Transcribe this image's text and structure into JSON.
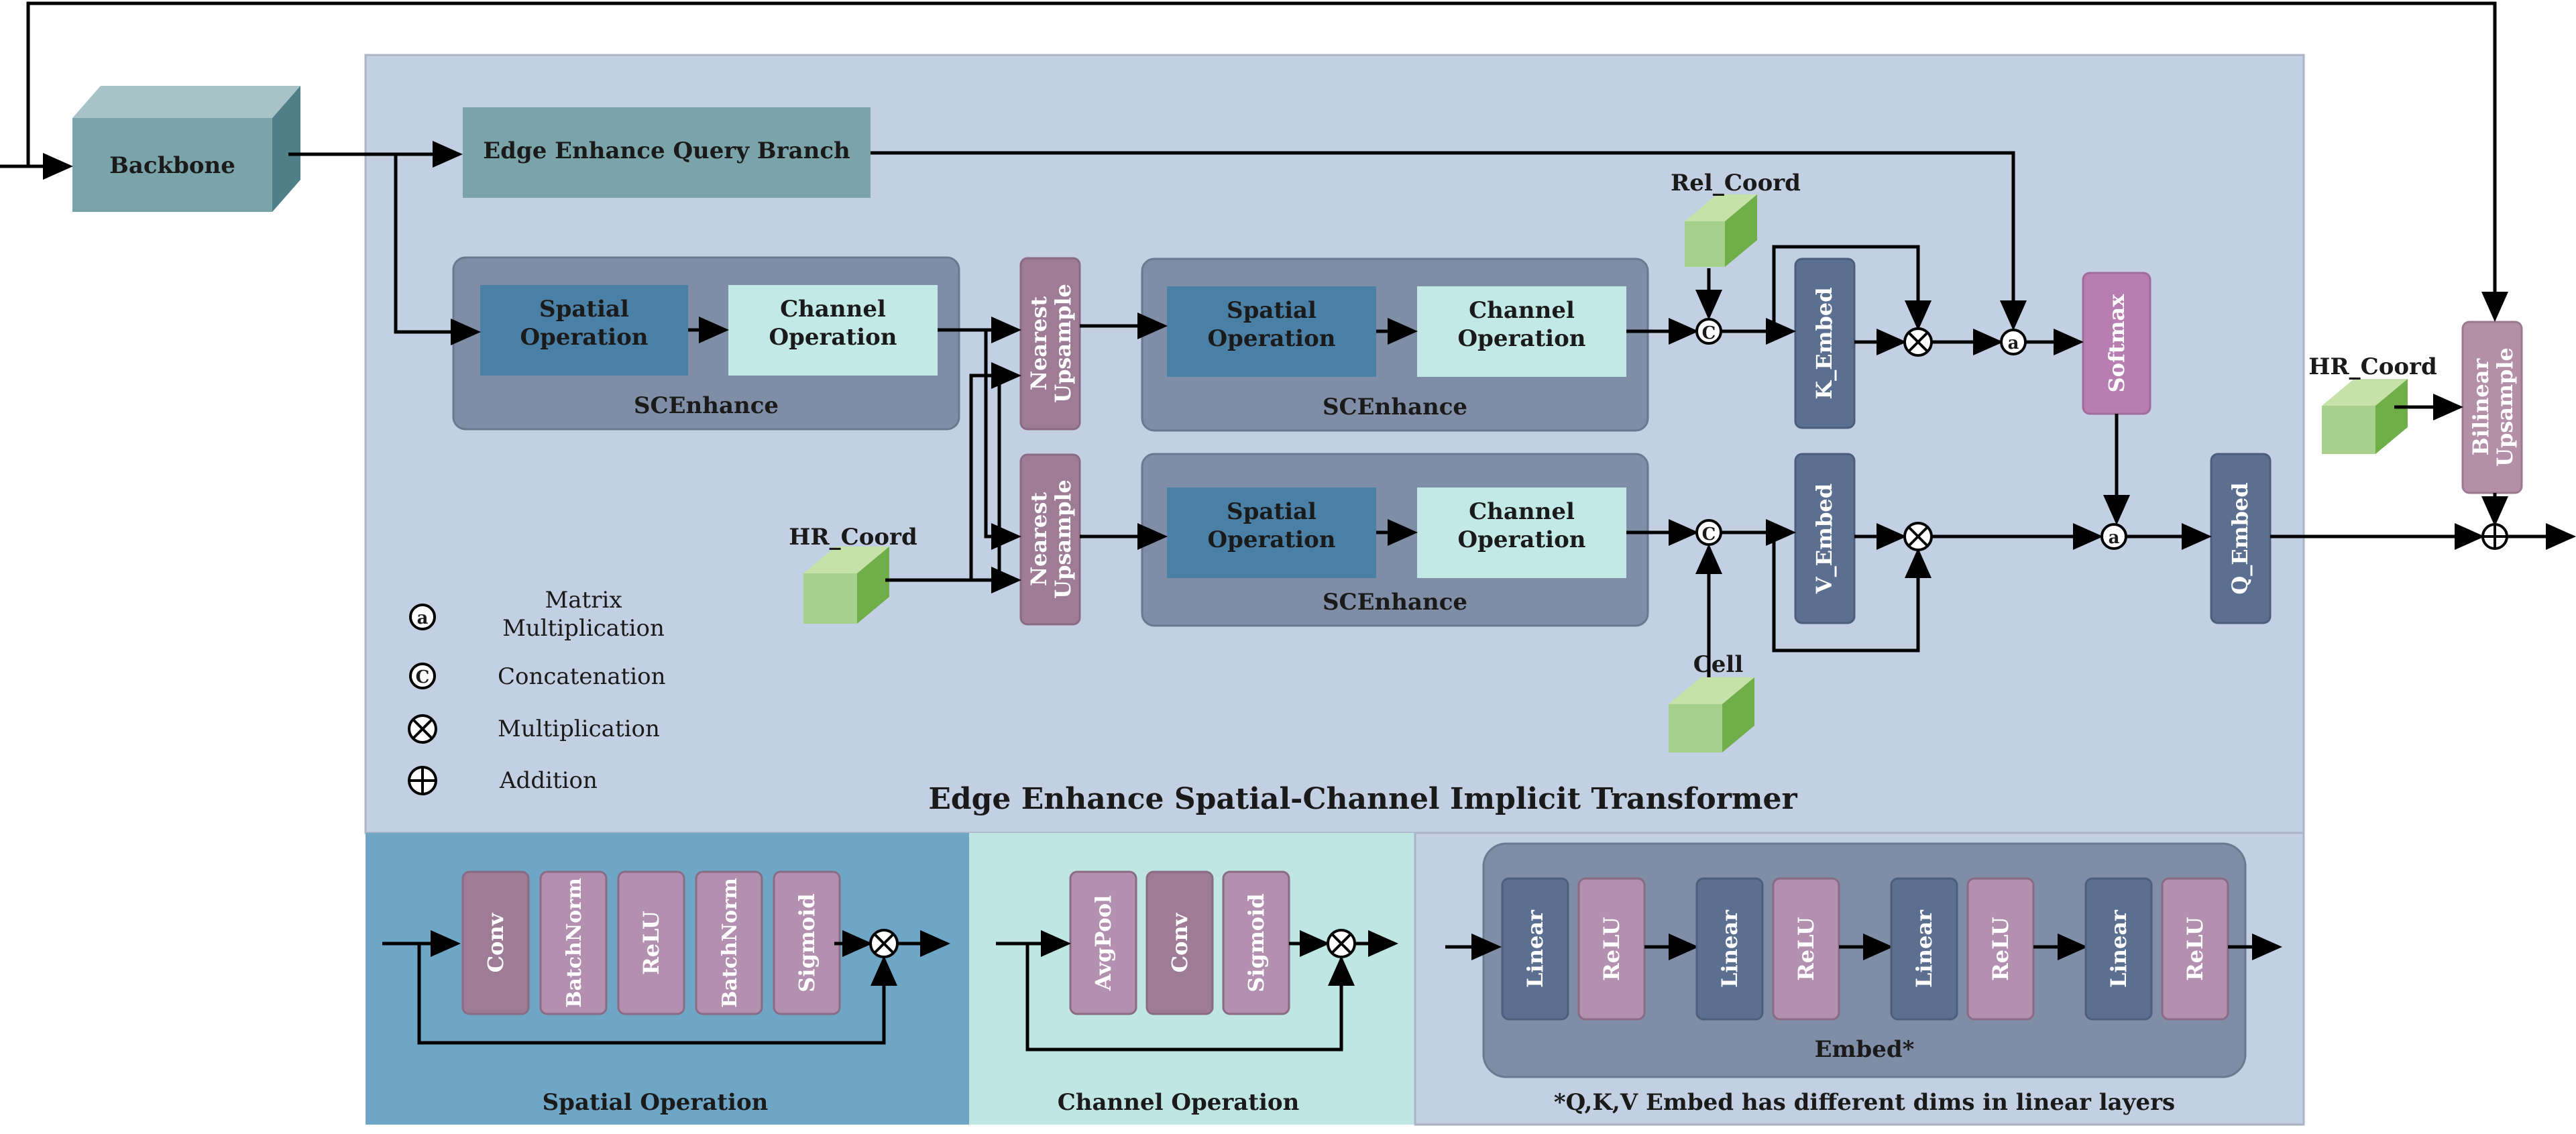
{
  "title": "Edge Enhance Spatial-Channel Implicit Transformer",
  "backbone": "Backbone",
  "query_branch": "Edge Enhance Query Branch",
  "scenhance": "SCEnhance",
  "spatial_op": "Spatial\nOperation",
  "channel_op": "Channel\nOperation",
  "nearest_upsample": [
    "Nearest",
    "Upsample"
  ],
  "bilinear_upsample": [
    "Bilinear",
    "Upsample"
  ],
  "rel_coord": "Rel_Coord",
  "hr_coord": "HR_Coord",
  "cell": "Cell",
  "k_embed": "K_Embed",
  "v_embed": "V_Embed",
  "q_embed": "Q_Embed",
  "softmax": "Softmax",
  "legend": {
    "matrix_mult": "Matrix\nMultiplication",
    "concat": "Concatenation",
    "mult": "Multiplication",
    "add": "Addition",
    "sym_a": "a",
    "sym_c": "C"
  },
  "bottom": {
    "spatial_title": "Spatial Operation",
    "channel_title": "Channel Operation",
    "spatial_layers": [
      "Conv",
      "BatchNorm",
      "ReLU",
      "BatchNorm",
      "Sigmoid"
    ],
    "channel_layers": [
      "AvgPool",
      "Conv",
      "Sigmoid"
    ],
    "embed_layers": [
      "Linear",
      "ReLU",
      "Linear",
      "ReLU",
      "Linear",
      "ReLU",
      "Linear",
      "ReLU"
    ],
    "embed_label": "Embed*",
    "embed_note": "*Q,K,V Embed has different dims in linear layers"
  },
  "colors": {
    "main_panel": "#c3cfe2",
    "scenhance": "#7f8da6",
    "spatial": "#4a7fa6",
    "channel": "#c2e9e6",
    "upsample": "#9e7c96",
    "embed": "#5b6f90",
    "softmax": "#b77fb1",
    "coord": "#a8d08d",
    "spatial_panel": "#6fa6c6",
    "channel_panel": "#c0e6e3",
    "embed_panel": "#c3cfe2"
  }
}
